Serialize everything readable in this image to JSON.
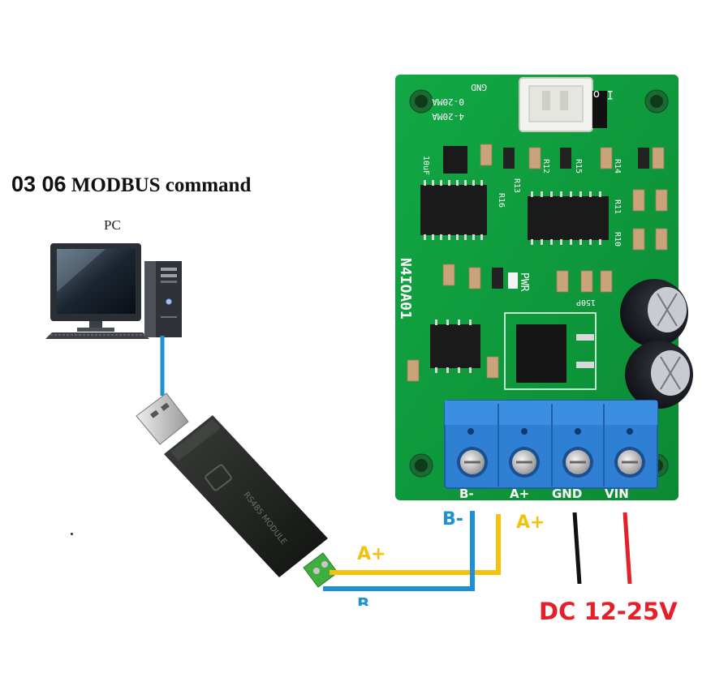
{
  "title": {
    "number": "03 06",
    "text": "MODBUS command"
  },
  "pc_label": "PC",
  "board": {
    "model": "N4IOA01",
    "connector_labels": [
      "GND",
      "0-20MA",
      "4-20MA"
    ],
    "io_mark": "I o",
    "component_labels": {
      "cap": "10uF",
      "r16": "R16",
      "r13": "R13",
      "r12": "R12",
      "r15": "R15",
      "r14": "R14",
      "r11": "R11",
      "r10": "R10",
      "pwr": "PWR",
      "c150": "150P"
    },
    "terminal_labels": [
      "B-",
      "A+",
      "GND",
      "VIN"
    ]
  },
  "usb_adapter_text": "RS485 MODULE",
  "wires": {
    "b_minus": "B-",
    "a_plus": "A+",
    "a_plus_left": "A+",
    "b_left": "B"
  },
  "power_label": "DC 12-25V",
  "colors": {
    "wire_blue": "#1e90d6",
    "wire_yellow": "#f4c20d",
    "wire_black": "#111111",
    "wire_red": "#e5202a",
    "pcb_green": "#0f9a3c",
    "terminal_blue": "#2f7fd4"
  }
}
